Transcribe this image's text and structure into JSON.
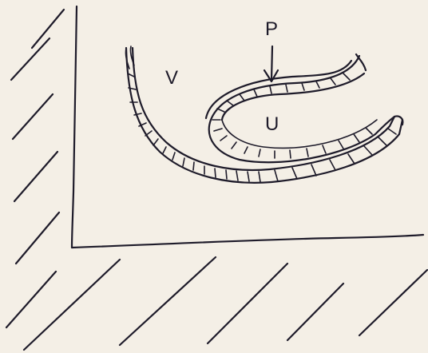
{
  "labels": {
    "v": "V",
    "p": "P",
    "u": "U"
  },
  "colors": {
    "paper": "#f4efe6",
    "ink": "#1e1b2a"
  }
}
